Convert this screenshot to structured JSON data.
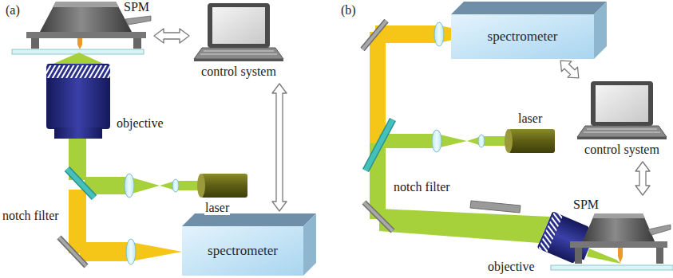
{
  "diagram": {
    "nodes": [
      {
        "text": [
          "SPM"
        ]
      },
      {
        "text": [
          "control system"
        ]
      },
      {
        "text": [
          "spectrometer"
        ]
      },
      {
        "text": [
          "spectrometer"
        ]
      },
      {
        "text": [
          "control system"
        ]
      },
      {
        "text": [
          "SPM"
        ]
      }
    ],
    "edges": [
      {
        "from": 0,
        "to": 1,
        "arrow": "both"
      },
      {
        "from": 1,
        "to": 2,
        "arrow": "both"
      },
      {
        "from": 3,
        "to": 4,
        "arrow": "both"
      },
      {
        "from": 4,
        "to": 5,
        "arrow": "both"
      }
    ],
    "labels": [
      "(a)",
      "objective",
      "laser",
      "notch filter",
      "(b)",
      "laser",
      "notch filter",
      "objective"
    ]
  }
}
